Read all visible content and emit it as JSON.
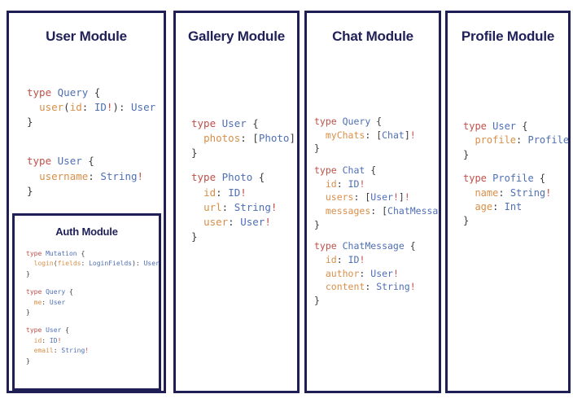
{
  "meta": {
    "background_color": "#ffffff",
    "card_border_color": "#1f1f55",
    "title_color": "#21215a",
    "code_keyword_color": "#c0504a",
    "code_type_color": "#4f6fb5",
    "code_field_color": "#d98f49",
    "code_punct_color": "#3b3b3b"
  },
  "cards": {
    "user": {
      "title": "User Module",
      "blocks": [
        {
          "lines": [
            [
              {
                "t": "type ",
                "c": "k"
              },
              {
                "t": "Query",
                "c": "t"
              },
              {
                "t": " {",
                "c": "p"
              }
            ],
            [
              {
                "t": "  ",
                "c": "p"
              },
              {
                "t": "user",
                "c": "f"
              },
              {
                "t": "(",
                "c": "p"
              },
              {
                "t": "id",
                "c": "f"
              },
              {
                "t": ": ",
                "c": "p"
              },
              {
                "t": "ID",
                "c": "t"
              },
              {
                "t": "!",
                "c": "bang"
              },
              {
                "t": ")",
                "c": "p"
              },
              {
                "t": ": ",
                "c": "p"
              },
              {
                "t": "User",
                "c": "t"
              }
            ],
            [
              {
                "t": "}",
                "c": "p"
              }
            ]
          ]
        },
        {
          "lines": [
            [
              {
                "t": "type ",
                "c": "k"
              },
              {
                "t": "User",
                "c": "t"
              },
              {
                "t": " {",
                "c": "p"
              }
            ],
            [
              {
                "t": "  ",
                "c": "p"
              },
              {
                "t": "username",
                "c": "f"
              },
              {
                "t": ": ",
                "c": "p"
              },
              {
                "t": "String",
                "c": "t"
              },
              {
                "t": "!",
                "c": "bang"
              }
            ],
            [
              {
                "t": "}",
                "c": "p"
              }
            ]
          ]
        }
      ]
    },
    "auth": {
      "title": "Auth Module",
      "blocks": [
        {
          "lines": [
            [
              {
                "t": "type ",
                "c": "k"
              },
              {
                "t": "Mutation",
                "c": "t"
              },
              {
                "t": " {",
                "c": "p"
              }
            ],
            [
              {
                "t": "  ",
                "c": "p"
              },
              {
                "t": "login",
                "c": "f"
              },
              {
                "t": "(",
                "c": "p"
              },
              {
                "t": "fields",
                "c": "f"
              },
              {
                "t": ": ",
                "c": "p"
              },
              {
                "t": "LoginFields",
                "c": "t"
              },
              {
                "t": ")",
                "c": "p"
              },
              {
                "t": ": ",
                "c": "p"
              },
              {
                "t": "User",
                "c": "t"
              }
            ],
            [
              {
                "t": "}",
                "c": "p"
              }
            ]
          ]
        },
        {
          "lines": [
            [
              {
                "t": "type ",
                "c": "k"
              },
              {
                "t": "Query",
                "c": "t"
              },
              {
                "t": " {",
                "c": "p"
              }
            ],
            [
              {
                "t": "  ",
                "c": "p"
              },
              {
                "t": "me",
                "c": "f"
              },
              {
                "t": ": ",
                "c": "p"
              },
              {
                "t": "User",
                "c": "t"
              }
            ],
            [
              {
                "t": "}",
                "c": "p"
              }
            ]
          ]
        },
        {
          "lines": [
            [
              {
                "t": "type ",
                "c": "k"
              },
              {
                "t": "User",
                "c": "t"
              },
              {
                "t": " {",
                "c": "p"
              }
            ],
            [
              {
                "t": "  ",
                "c": "p"
              },
              {
                "t": "id",
                "c": "f"
              },
              {
                "t": ": ",
                "c": "p"
              },
              {
                "t": "ID",
                "c": "t"
              },
              {
                "t": "!",
                "c": "bang"
              }
            ],
            [
              {
                "t": "  ",
                "c": "p"
              },
              {
                "t": "email",
                "c": "f"
              },
              {
                "t": ": ",
                "c": "p"
              },
              {
                "t": "String",
                "c": "t"
              },
              {
                "t": "!",
                "c": "bang"
              }
            ],
            [
              {
                "t": "}",
                "c": "p"
              }
            ]
          ]
        }
      ]
    },
    "gallery": {
      "title": "Gallery Module",
      "blocks": [
        {
          "lines": [
            [
              {
                "t": "type ",
                "c": "k"
              },
              {
                "t": "User",
                "c": "t"
              },
              {
                "t": " {",
                "c": "p"
              }
            ],
            [
              {
                "t": "  ",
                "c": "p"
              },
              {
                "t": "photos",
                "c": "f"
              },
              {
                "t": ": ",
                "c": "p"
              },
              {
                "t": "[",
                "c": "p"
              },
              {
                "t": "Photo",
                "c": "t"
              },
              {
                "t": "]",
                "c": "p"
              },
              {
                "t": "!",
                "c": "bang"
              }
            ],
            [
              {
                "t": "}",
                "c": "p"
              }
            ]
          ]
        },
        {
          "lines": [
            [
              {
                "t": "type ",
                "c": "k"
              },
              {
                "t": "Photo",
                "c": "t"
              },
              {
                "t": " {",
                "c": "p"
              }
            ],
            [
              {
                "t": "  ",
                "c": "p"
              },
              {
                "t": "id",
                "c": "f"
              },
              {
                "t": ": ",
                "c": "p"
              },
              {
                "t": "ID",
                "c": "t"
              },
              {
                "t": "!",
                "c": "bang"
              }
            ],
            [
              {
                "t": "  ",
                "c": "p"
              },
              {
                "t": "url",
                "c": "f"
              },
              {
                "t": ": ",
                "c": "p"
              },
              {
                "t": "String",
                "c": "t"
              },
              {
                "t": "!",
                "c": "bang"
              }
            ],
            [
              {
                "t": "  ",
                "c": "p"
              },
              {
                "t": "user",
                "c": "f"
              },
              {
                "t": ": ",
                "c": "p"
              },
              {
                "t": "User",
                "c": "t"
              },
              {
                "t": "!",
                "c": "bang"
              }
            ],
            [
              {
                "t": "}",
                "c": "p"
              }
            ]
          ]
        }
      ]
    },
    "chat": {
      "title": "Chat Module",
      "blocks": [
        {
          "lines": [
            [
              {
                "t": "type ",
                "c": "k"
              },
              {
                "t": "Query",
                "c": "t"
              },
              {
                "t": " {",
                "c": "p"
              }
            ],
            [
              {
                "t": "  ",
                "c": "p"
              },
              {
                "t": "myChats",
                "c": "f"
              },
              {
                "t": ": ",
                "c": "p"
              },
              {
                "t": "[",
                "c": "p"
              },
              {
                "t": "Chat",
                "c": "t"
              },
              {
                "t": "]",
                "c": "p"
              },
              {
                "t": "!",
                "c": "bang"
              }
            ],
            [
              {
                "t": "}",
                "c": "p"
              }
            ]
          ]
        },
        {
          "lines": [
            [
              {
                "t": "type ",
                "c": "k"
              },
              {
                "t": "Chat",
                "c": "t"
              },
              {
                "t": " {",
                "c": "p"
              }
            ],
            [
              {
                "t": "  ",
                "c": "p"
              },
              {
                "t": "id",
                "c": "f"
              },
              {
                "t": ": ",
                "c": "p"
              },
              {
                "t": "ID",
                "c": "t"
              },
              {
                "t": "!",
                "c": "bang"
              }
            ],
            [
              {
                "t": "  ",
                "c": "p"
              },
              {
                "t": "users",
                "c": "f"
              },
              {
                "t": ": ",
                "c": "p"
              },
              {
                "t": "[",
                "c": "p"
              },
              {
                "t": "User",
                "c": "t"
              },
              {
                "t": "!",
                "c": "bang"
              },
              {
                "t": "]",
                "c": "p"
              },
              {
                "t": "!",
                "c": "bang"
              }
            ],
            [
              {
                "t": "  ",
                "c": "p"
              },
              {
                "t": "messages",
                "c": "f"
              },
              {
                "t": ": ",
                "c": "p"
              },
              {
                "t": "[",
                "c": "p"
              },
              {
                "t": "ChatMessage",
                "c": "t"
              },
              {
                "t": "]",
                "c": "p"
              },
              {
                "t": "!",
                "c": "bang"
              }
            ],
            [
              {
                "t": "}",
                "c": "p"
              }
            ]
          ]
        },
        {
          "lines": [
            [
              {
                "t": "type ",
                "c": "k"
              },
              {
                "t": "ChatMessage",
                "c": "t"
              },
              {
                "t": " {",
                "c": "p"
              }
            ],
            [
              {
                "t": "  ",
                "c": "p"
              },
              {
                "t": "id",
                "c": "f"
              },
              {
                "t": ": ",
                "c": "p"
              },
              {
                "t": "ID",
                "c": "t"
              },
              {
                "t": "!",
                "c": "bang"
              }
            ],
            [
              {
                "t": "  ",
                "c": "p"
              },
              {
                "t": "author",
                "c": "f"
              },
              {
                "t": ": ",
                "c": "p"
              },
              {
                "t": "User",
                "c": "t"
              },
              {
                "t": "!",
                "c": "bang"
              }
            ],
            [
              {
                "t": "  ",
                "c": "p"
              },
              {
                "t": "content",
                "c": "f"
              },
              {
                "t": ": ",
                "c": "p"
              },
              {
                "t": "String",
                "c": "t"
              },
              {
                "t": "!",
                "c": "bang"
              }
            ],
            [
              {
                "t": "}",
                "c": "p"
              }
            ]
          ]
        }
      ]
    },
    "profile": {
      "title": "Profile Module",
      "blocks": [
        {
          "lines": [
            [
              {
                "t": "type ",
                "c": "k"
              },
              {
                "t": "User",
                "c": "t"
              },
              {
                "t": " {",
                "c": "p"
              }
            ],
            [
              {
                "t": "  ",
                "c": "p"
              },
              {
                "t": "profile",
                "c": "f"
              },
              {
                "t": ": ",
                "c": "p"
              },
              {
                "t": "Profile",
                "c": "t"
              },
              {
                "t": "!",
                "c": "bang"
              }
            ],
            [
              {
                "t": "}",
                "c": "p"
              }
            ]
          ]
        },
        {
          "lines": [
            [
              {
                "t": "type ",
                "c": "k"
              },
              {
                "t": "Profile",
                "c": "t"
              },
              {
                "t": " {",
                "c": "p"
              }
            ],
            [
              {
                "t": "  ",
                "c": "p"
              },
              {
                "t": "name",
                "c": "f"
              },
              {
                "t": ": ",
                "c": "p"
              },
              {
                "t": "String",
                "c": "t"
              },
              {
                "t": "!",
                "c": "bang"
              }
            ],
            [
              {
                "t": "  ",
                "c": "p"
              },
              {
                "t": "age",
                "c": "f"
              },
              {
                "t": ": ",
                "c": "p"
              },
              {
                "t": "Int",
                "c": "t"
              }
            ],
            [
              {
                "t": "}",
                "c": "p"
              }
            ]
          ]
        }
      ]
    }
  }
}
